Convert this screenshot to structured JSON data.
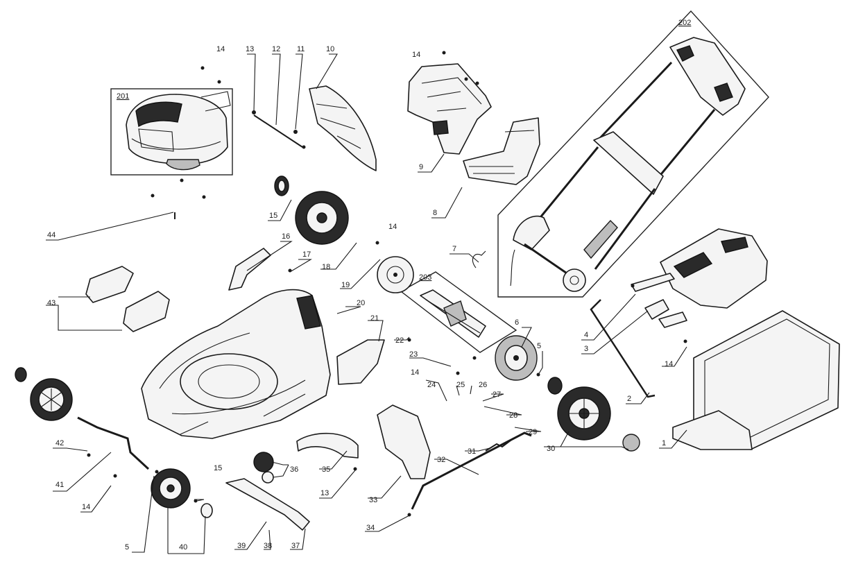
{
  "assemblies": [
    {
      "id": "a201",
      "label": "201"
    },
    {
      "id": "a202",
      "label": "202"
    },
    {
      "id": "a203",
      "label": "203"
    }
  ],
  "callouts": [
    {
      "id": "c1",
      "label": "1"
    },
    {
      "id": "c2",
      "label": "2"
    },
    {
      "id": "c3",
      "label": "3"
    },
    {
      "id": "c4",
      "label": "4"
    },
    {
      "id": "c5a",
      "label": "5"
    },
    {
      "id": "c5b",
      "label": "5"
    },
    {
      "id": "c6",
      "label": "6"
    },
    {
      "id": "c7",
      "label": "7"
    },
    {
      "id": "c8",
      "label": "8"
    },
    {
      "id": "c9",
      "label": "9"
    },
    {
      "id": "c10",
      "label": "10"
    },
    {
      "id": "c11",
      "label": "11"
    },
    {
      "id": "c12",
      "label": "12"
    },
    {
      "id": "c13a",
      "label": "13"
    },
    {
      "id": "c13b",
      "label": "13"
    },
    {
      "id": "c14a",
      "label": "14"
    },
    {
      "id": "c14b",
      "label": "14"
    },
    {
      "id": "c14c",
      "label": "14"
    },
    {
      "id": "c14d",
      "label": "14"
    },
    {
      "id": "c14e",
      "label": "14"
    },
    {
      "id": "c14f",
      "label": "14"
    },
    {
      "id": "c15a",
      "label": "15"
    },
    {
      "id": "c15b",
      "label": "15"
    },
    {
      "id": "c16",
      "label": "16"
    },
    {
      "id": "c17",
      "label": "17"
    },
    {
      "id": "c18",
      "label": "18"
    },
    {
      "id": "c19",
      "label": "19"
    },
    {
      "id": "c20",
      "label": "20"
    },
    {
      "id": "c21",
      "label": "21"
    },
    {
      "id": "c22",
      "label": "22"
    },
    {
      "id": "c23",
      "label": "23"
    },
    {
      "id": "c24",
      "label": "24"
    },
    {
      "id": "c25",
      "label": "25"
    },
    {
      "id": "c26",
      "label": "26"
    },
    {
      "id": "c27",
      "label": "27"
    },
    {
      "id": "c28",
      "label": "28"
    },
    {
      "id": "c29",
      "label": "29"
    },
    {
      "id": "c30",
      "label": "30"
    },
    {
      "id": "c31",
      "label": "31"
    },
    {
      "id": "c32",
      "label": "32"
    },
    {
      "id": "c33",
      "label": "33"
    },
    {
      "id": "c34",
      "label": "34"
    },
    {
      "id": "c35",
      "label": "35"
    },
    {
      "id": "c36",
      "label": "36"
    },
    {
      "id": "c37",
      "label": "37"
    },
    {
      "id": "c38",
      "label": "38"
    },
    {
      "id": "c39",
      "label": "39"
    },
    {
      "id": "c40",
      "label": "40"
    },
    {
      "id": "c41",
      "label": "41"
    },
    {
      "id": "c42",
      "label": "42"
    },
    {
      "id": "c43",
      "label": "43"
    },
    {
      "id": "c44",
      "label": "44"
    }
  ]
}
